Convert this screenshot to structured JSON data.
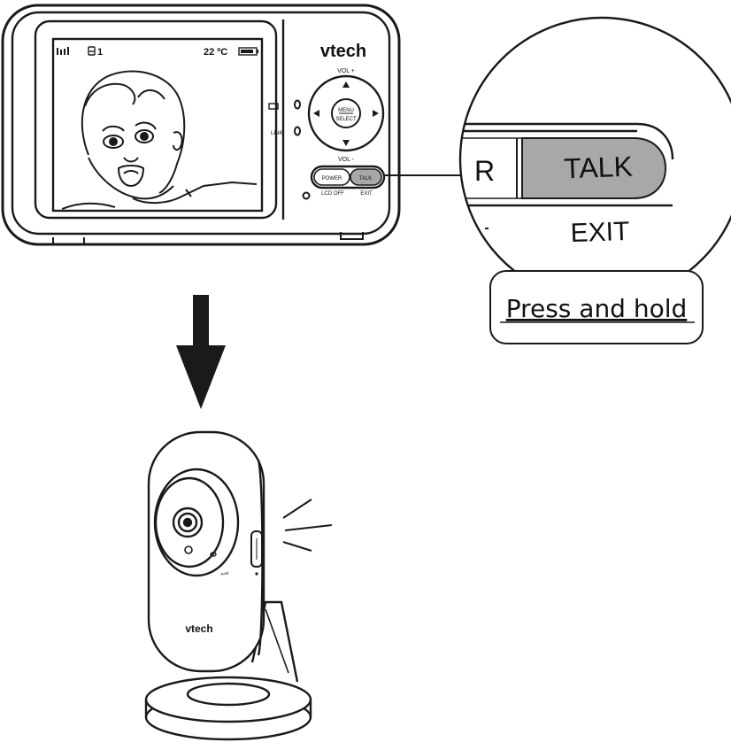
{
  "monitor": {
    "brand": "vtech",
    "status_bar": {
      "camera_number": "1",
      "temperature": "22 ºC"
    },
    "vol_up_label": "VOL +",
    "vol_down_label": "VOL -",
    "menu_label": "MENU",
    "select_label": "SELECT",
    "link_label": "LINK",
    "power_label": "POWER",
    "lcd_off_label": "LCD OFF",
    "talk_label": "TALK",
    "exit_label": "EXIT"
  },
  "zoom_callout": {
    "partial_label": "R",
    "talk_label": "TALK",
    "exit_label": "EXIT",
    "button_fill": "#a8a8a8"
  },
  "caption": "Press and hold",
  "camera": {
    "brand": "vtech",
    "side_label": "PAIR"
  },
  "colors": {
    "line": "#1a1a1a",
    "talk_gray": "#a8a8a8"
  }
}
